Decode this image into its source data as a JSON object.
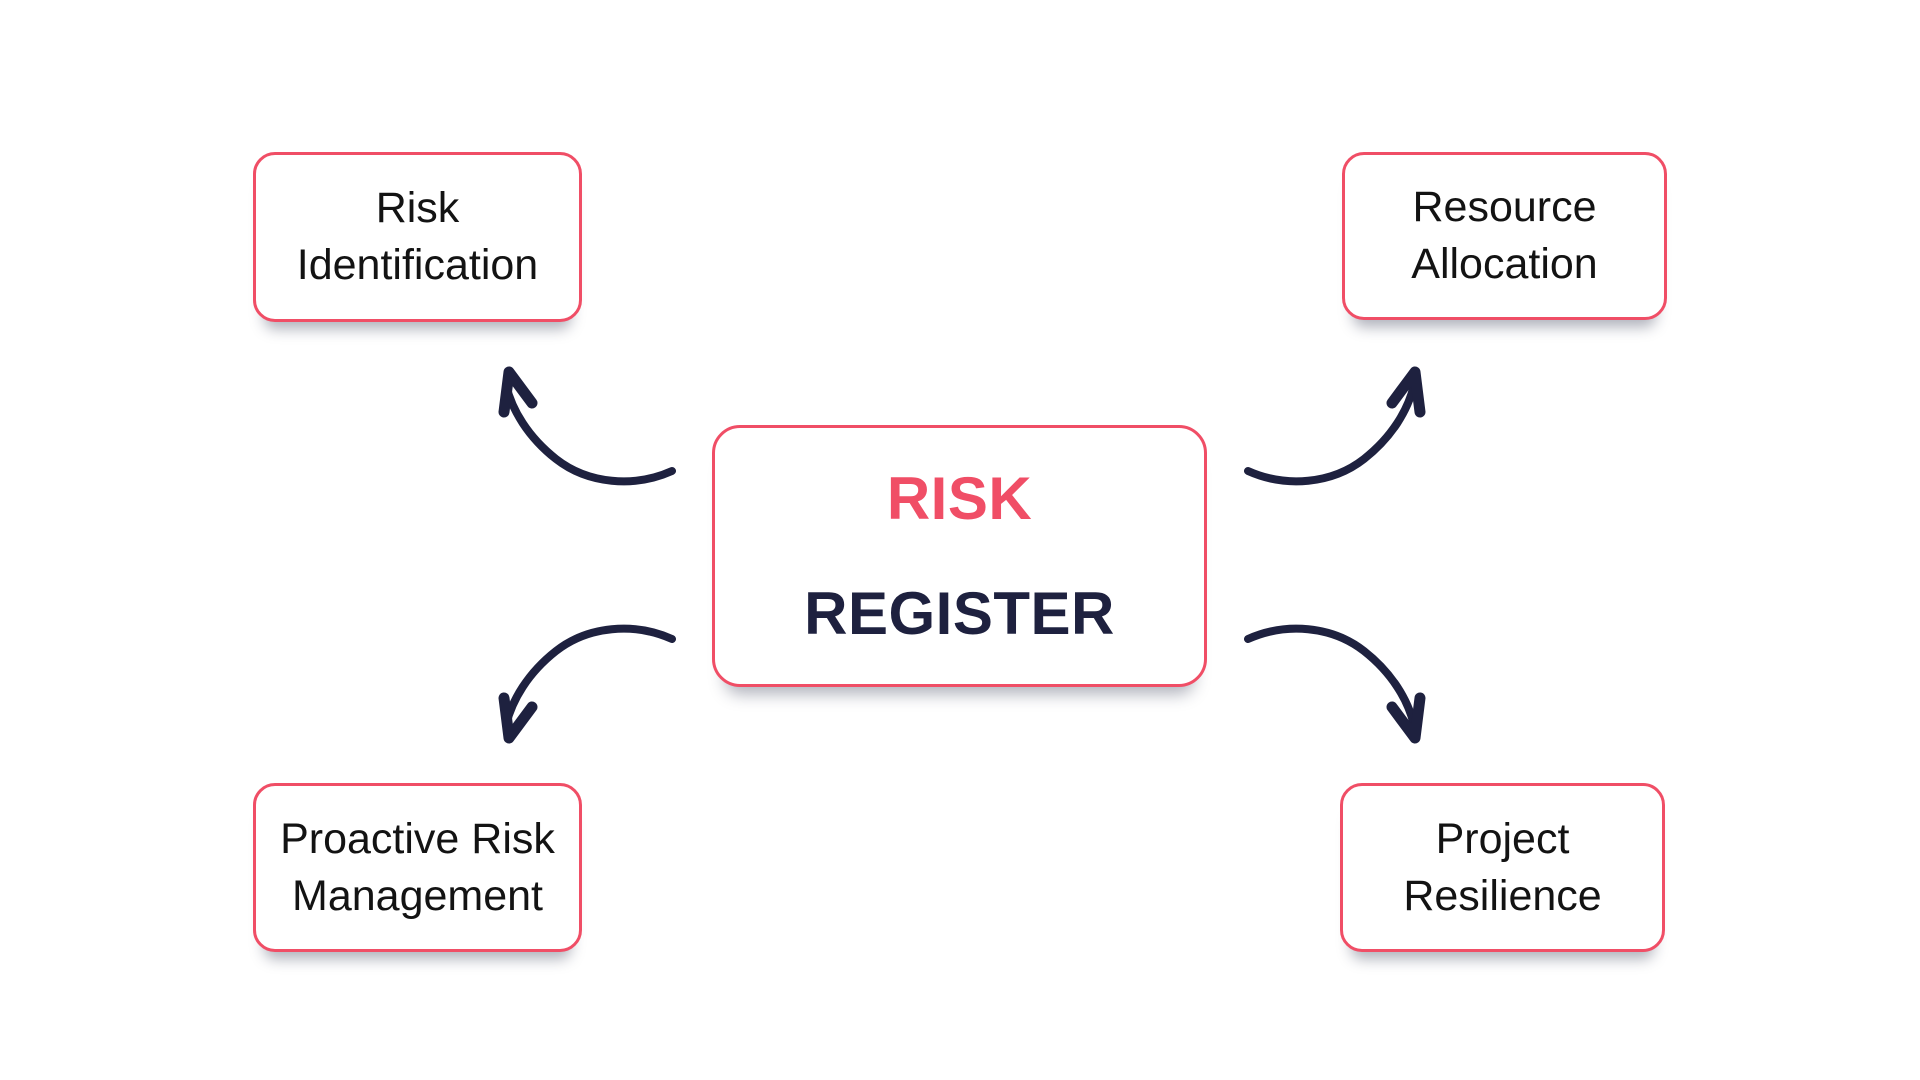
{
  "canvas": {
    "background": "#ffffff"
  },
  "colors": {
    "accent_pink": "#F04E66",
    "navy": "#1E213F",
    "text_black": "#131313",
    "box_bg": "#ffffff"
  },
  "center_node": {
    "line1": "RISK",
    "line2": "REGISTER"
  },
  "nodes": [
    {
      "name": "risk-identification",
      "line1": "Risk",
      "line2": "Identification"
    },
    {
      "name": "resource-allocation",
      "line1": "Resource",
      "line2": "Allocation"
    },
    {
      "name": "proactive-risk-management",
      "line1": "Proactive Risk",
      "line2": "Management"
    },
    {
      "name": "project-resilience",
      "line1": "Project",
      "line2": "Resilience"
    }
  ],
  "arrows": [
    {
      "from": "risk-register",
      "to": "risk-identification",
      "direction": "up-left"
    },
    {
      "from": "risk-register",
      "to": "resource-allocation",
      "direction": "up-right"
    },
    {
      "from": "risk-register",
      "to": "proactive-risk-management",
      "direction": "down-left"
    },
    {
      "from": "risk-register",
      "to": "project-resilience",
      "direction": "down-right"
    }
  ]
}
